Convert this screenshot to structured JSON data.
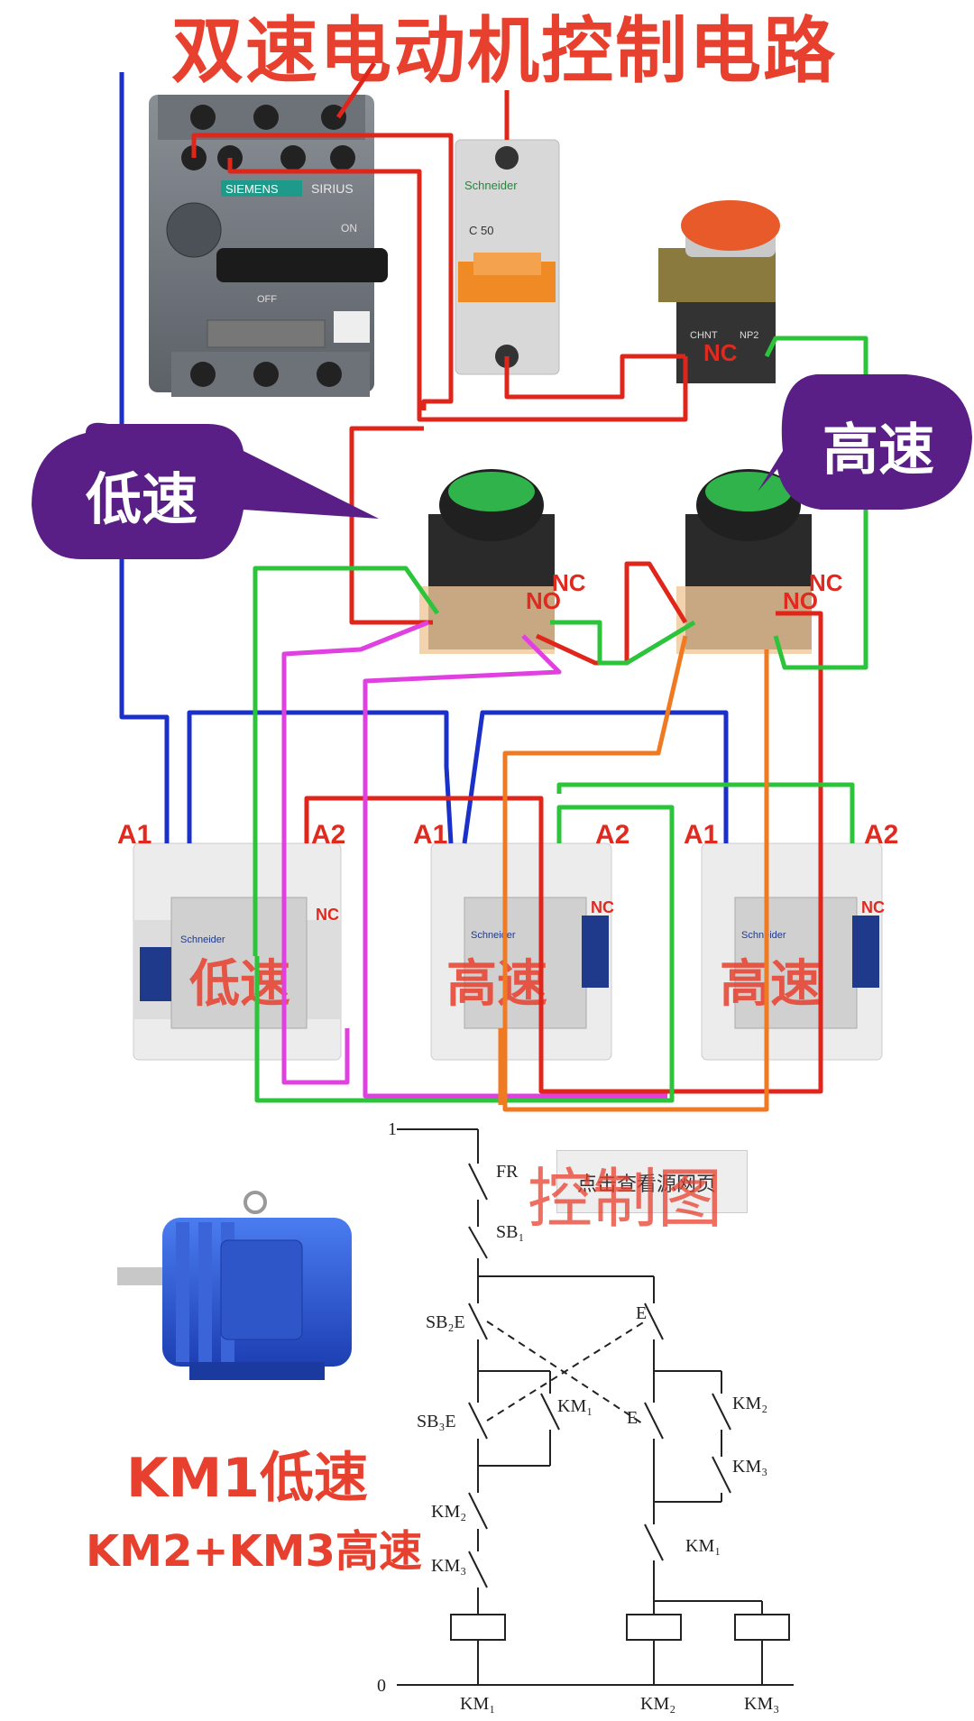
{
  "title": "双速电动机控制电路",
  "bubbles": {
    "low": "低速",
    "high": "高速"
  },
  "breaker": {
    "brand": "SIEMENS",
    "model": "SIRIUS",
    "on": "ON",
    "off": "OFF"
  },
  "mcb": {
    "brand": "Schneider",
    "rating": "C 50"
  },
  "stop_button": {
    "brand": "CHNT",
    "model": "NP2",
    "contact": "NC"
  },
  "start_buttons": {
    "contact_no": "NO",
    "contact_nc": "NC"
  },
  "contactors": {
    "terminal_a1": "A1",
    "terminal_a2": "A2",
    "items": [
      {
        "label": "低速"
      },
      {
        "label": "高速"
      },
      {
        "label": "高速"
      }
    ],
    "brand": "Schneider",
    "nc": "NC"
  },
  "caption": {
    "line1": "KM1低速",
    "line2": "KM2+KM3高速"
  },
  "control_diagram": {
    "title": "控制图",
    "watermark": "点击查看源网页",
    "top_node": "1",
    "bottom_node": "0",
    "labels": {
      "fr": "FR",
      "sb1": "SB₁",
      "sb2": "SB₂E",
      "sb3": "SB₃E",
      "e": "E",
      "km1_aux": "KM₁",
      "km2_aux": "KM₂",
      "km3_aux": "KM₃",
      "km2_lock": "KM₂",
      "km3_lock": "KM₃",
      "km1_lock": "KM₁",
      "km1_coil": "KM₁",
      "km2_coil": "KM₂",
      "km3_coil": "KM₃"
    }
  },
  "colors": {
    "wire_red": "#e0261b",
    "wire_blue": "#1b2fc9",
    "wire_green": "#2bc43a",
    "wire_magenta": "#e040e0",
    "wire_orange": "#f07a22",
    "bubble": "#5a1f86",
    "title_red": "#e8402e"
  }
}
